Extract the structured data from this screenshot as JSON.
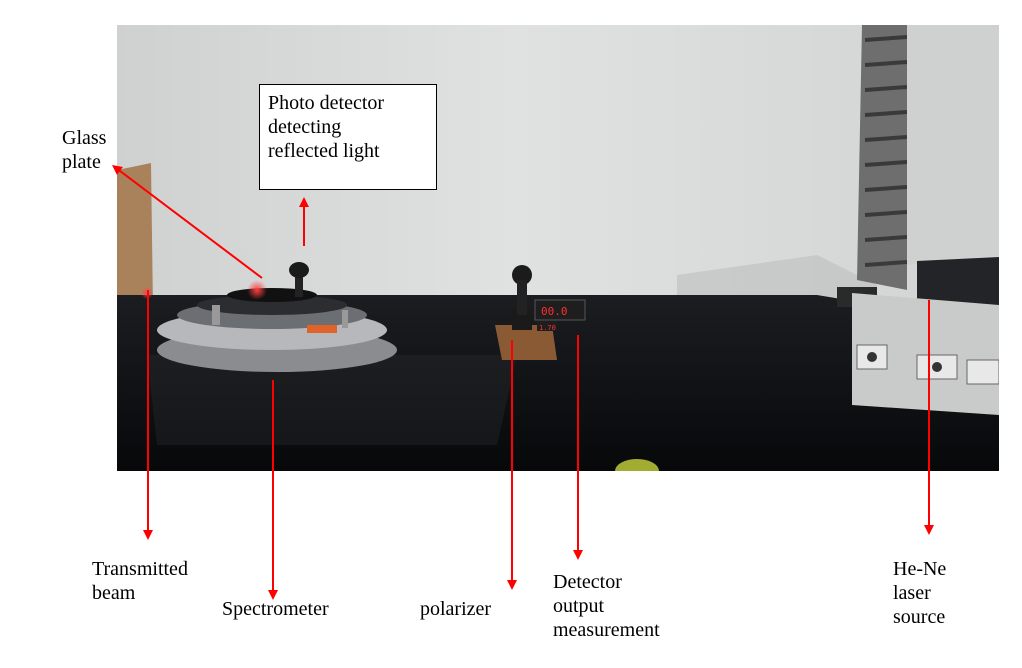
{
  "labels": {
    "glass_plate": [
      "Glass",
      "plate"
    ],
    "photo_detector": [
      "Photo detector",
      "detecting",
      "reflected light"
    ],
    "transmitted_beam": [
      "Transmitted",
      "beam"
    ],
    "spectrometer": "Spectrometer",
    "polarizer": "polarizer",
    "detector_output": [
      "Detector",
      "output",
      "measurement"
    ],
    "laser_source": [
      "He-Ne",
      "laser",
      "source"
    ]
  },
  "meter_reading": "00.0",
  "meter_reading_small": "1.70",
  "colors": {
    "arrow": "#ff0000",
    "wall": "#d8d9d9",
    "table": "#101214",
    "frame": "#a9825c"
  }
}
